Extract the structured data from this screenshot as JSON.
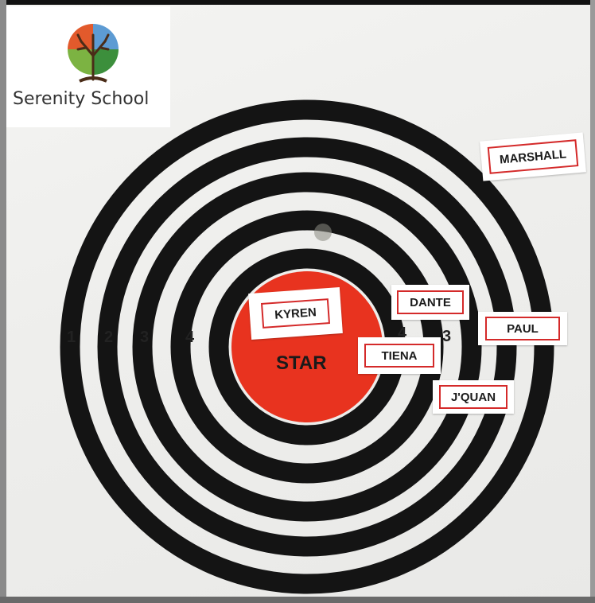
{
  "school": {
    "name": "Serenity School",
    "logo_icon": "tree-logo-icon"
  },
  "target": {
    "center_label": "STAR",
    "center_color": "#e8331f",
    "ring_color": "#141414",
    "ring_numbers_left": [
      "1",
      "2",
      "3",
      "4"
    ],
    "ring_numbers_right": [
      "4",
      "3"
    ]
  },
  "name_cards": {
    "kyren": "KYREN",
    "dante": "DANTE",
    "tiena": "TIENA",
    "paul": "PAUL",
    "jquan": "J'QUAN",
    "marshall": "MARSHALL"
  },
  "card_border_color": "#d42a2a"
}
